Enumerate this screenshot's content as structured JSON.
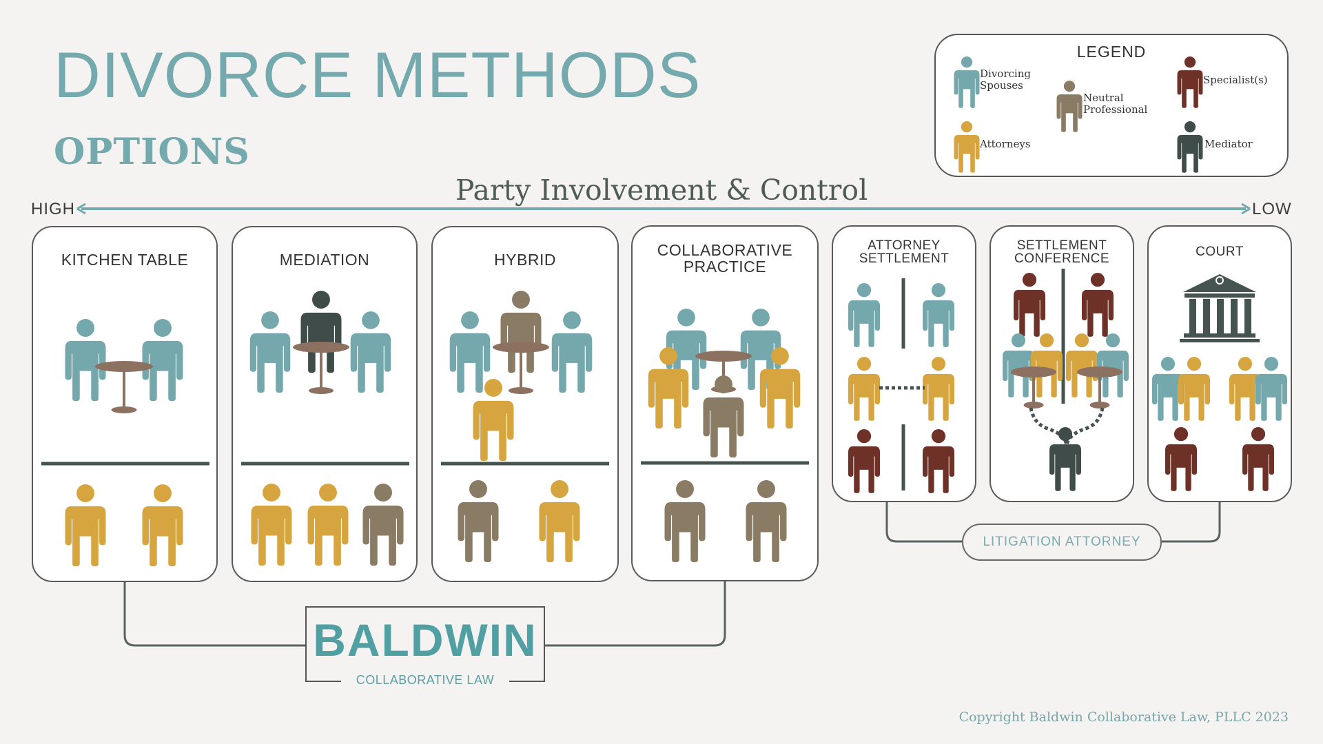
{
  "header": {
    "title": "DIVORCE METHODS",
    "subtitle": "OPTIONS"
  },
  "axis": {
    "title": "Party Involvement & Control",
    "high_label": "HIGH",
    "low_label": "LOW"
  },
  "legend": {
    "title": "LEGEND",
    "items": [
      {
        "label": "Divorcing\nSpouses",
        "icon": "person-icon",
        "color": "#74a8ac"
      },
      {
        "label": "Neutral\nProfessional",
        "icon": "person-icon",
        "color": "#8a7b64"
      },
      {
        "label": "Specialist(s)",
        "icon": "person-icon",
        "color": "#6e3128"
      },
      {
        "label": "Attorneys",
        "icon": "person-icon",
        "color": "#d6a53f"
      },
      {
        "label": "Mediator",
        "icon": "person-icon",
        "color": "#3f4c4a"
      }
    ]
  },
  "methods": [
    {
      "label": "KITCHEN TABLE"
    },
    {
      "label": "MEDIATION"
    },
    {
      "label": "HYBRID"
    },
    {
      "label": "COLLABORATIVE\nPRACTICE"
    },
    {
      "label": "ATTORNEY\nSETTLEMENT"
    },
    {
      "label": "SETTLEMENT\nCONFERENCE"
    },
    {
      "label": "COURT"
    }
  ],
  "brand": {
    "name": "BALDWIN",
    "tagline": "COLLABORATIVE LAW"
  },
  "litigation": {
    "label": "LITIGATION ATTORNEY"
  },
  "footer": {
    "copyright": "Copyright Baldwin Collaborative Law, PLLC 2023"
  },
  "colors": {
    "spouse": "#74a8ac",
    "attorney": "#d6a53f",
    "neutral": "#8a7b64",
    "specialist": "#6e3128",
    "mediator": "#3f4c4a",
    "table": "#8c7060",
    "accent": "#74a9ad"
  },
  "icons": {
    "people": "person-icon",
    "table": "round-table-icon",
    "courthouse": "courthouse-icon",
    "arrow": "double-arrow-icon"
  }
}
